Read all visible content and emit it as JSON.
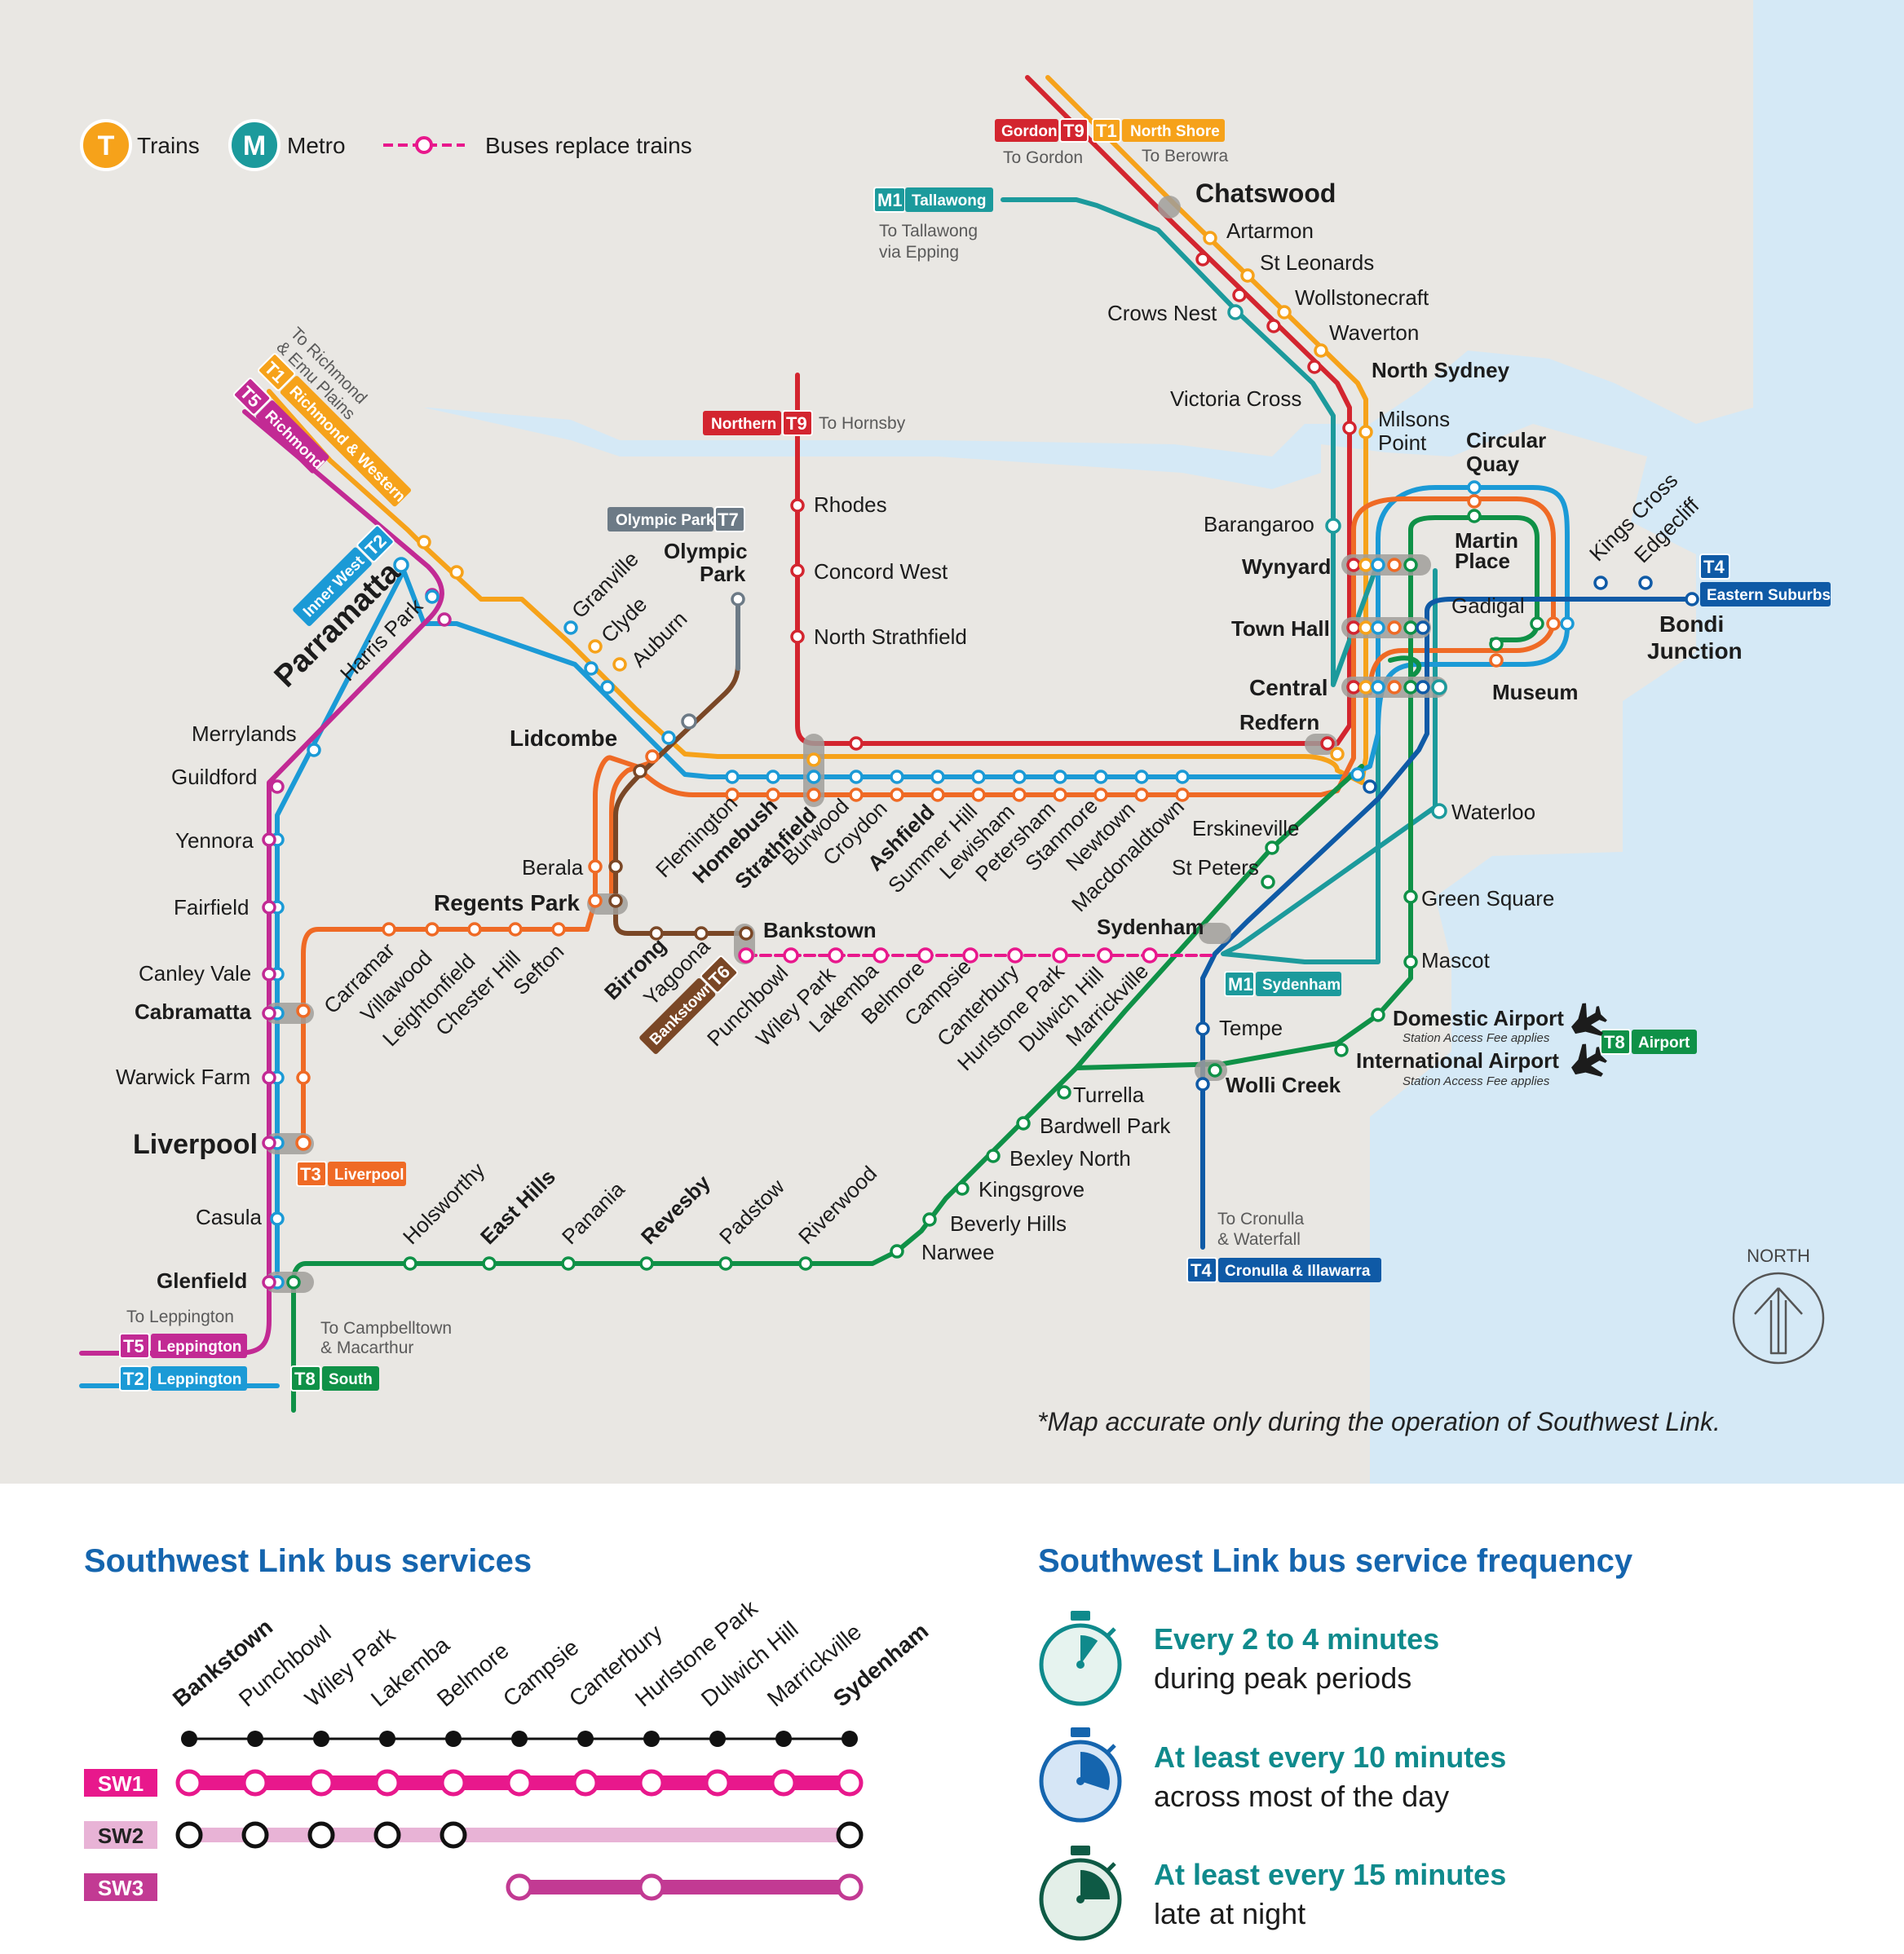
{
  "legend": {
    "trains_badge": "T",
    "trains": "Trains",
    "metro_badge": "M",
    "metro": "Metro",
    "buses": "Buses replace trains"
  },
  "colors": {
    "T1": "#f6a21a",
    "T2": "#1b9ad6",
    "T3": "#ef6a25",
    "T4": "#0f5aa6",
    "T5": "#c22a94",
    "T6": "#7a4726",
    "T7": "#6c7a86",
    "T8": "#0f9147",
    "T9": "#d3252f",
    "M1": "#1c9a9c",
    "bus": "#e8188c",
    "land": "#e9e7e3",
    "water": "#d5e9f6"
  },
  "tags": {
    "gordon": "Gordon",
    "t9": "T9",
    "t1": "T1",
    "north_shore": "North Shore",
    "to_gordon": "To Gordon",
    "to_berowra": "To Berowra",
    "m1": "M1",
    "tallawong": "Tallawong",
    "to_tallawong": "To Tallawong",
    "via_epping": "via Epping",
    "northern": "Northern",
    "to_hornsby": "To Hornsby",
    "olympic_park_tag": "Olympic Park",
    "t7": "T7",
    "to_richmond": "To Richmond",
    "emu_plains": "& Emu Plains",
    "richmond_western": "Richmond & Western",
    "t5": "T5",
    "richmond": "Richmond",
    "t2": "T2",
    "inner_west": "Inner West",
    "t4": "T4",
    "eastern_suburbs": "Eastern Suburbs",
    "t6": "T6",
    "bankstown_tag": "Bankstown",
    "m1_sydenham": "Sydenham",
    "t8": "T8",
    "airport": "Airport",
    "t3": "T3",
    "liverpool_tag": "Liverpool",
    "to_leppington": "To Leppington",
    "leppington": "Leppington",
    "to_campbelltown": "To Campbelltown",
    "macarthur": "& Macarthur",
    "south": "South",
    "to_cronulla": "To Cronulla",
    "waterfall": "& Waterfall",
    "cronulla_illawarra": "Cronulla & Illawarra",
    "station_fee_1": "Station Access Fee applies",
    "station_fee_2": "Station Access Fee applies",
    "north": "NORTH"
  },
  "stations": {
    "chatswood": "Chatswood",
    "artarmon": "Artarmon",
    "st_leonards": "St Leonards",
    "wollstonecraft": "Wollstonecraft",
    "waverton": "Waverton",
    "north_sydney": "North Sydney",
    "milsons_1": "Milsons",
    "milsons_2": "Point",
    "crows_nest": "Crows Nest",
    "victoria_cross": "Victoria Cross",
    "barangaroo": "Barangaroo",
    "circular_quay_1": "Circular",
    "circular_quay_2": "Quay",
    "martin_place_1": "Martin",
    "martin_place_2": "Place",
    "wynyard": "Wynyard",
    "town_hall": "Town Hall",
    "gadigal": "Gadigal",
    "central": "Central",
    "museum": "Museum",
    "redfern": "Redfern",
    "kings_cross": "Kings Cross",
    "edgecliff": "Edgecliff",
    "bondi_1": "Bondi",
    "bondi_2": "Junction",
    "rhodes": "Rhodes",
    "concord_west": "Concord West",
    "north_strathfield": "North Strathfield",
    "olympic_park_1": "Olympic",
    "olympic_park_2": "Park",
    "lidcombe": "Lidcombe",
    "granville": "Granville",
    "clyde": "Clyde",
    "auburn": "Auburn",
    "parramatta": "Parramatta",
    "harris_park": "Harris Park",
    "merrylands": "Merrylands",
    "guildford": "Guildford",
    "yennora": "Yennora",
    "fairfield": "Fairfield",
    "canley_vale": "Canley Vale",
    "cabramatta": "Cabramatta",
    "warwick_farm": "Warwick Farm",
    "liverpool": "Liverpool",
    "casula": "Casula",
    "glenfield": "Glenfield",
    "flemington": "Flemington",
    "homebush": "Homebush",
    "strathfield": "Strathfield",
    "burwood": "Burwood",
    "croydon": "Croydon",
    "ashfield": "Ashfield",
    "summer_hill": "Summer Hill",
    "lewisham": "Lewisham",
    "petersham": "Petersham",
    "stanmore": "Stanmore",
    "newtown": "Newtown",
    "macdonaldtown": "Macdonaldtown",
    "erskineville": "Erskineville",
    "st_peters": "St Peters",
    "sydenham": "Sydenham",
    "berala": "Berala",
    "regents_park": "Regents Park",
    "birrong": "Birrong",
    "yagoona": "Yagoona",
    "bankstown": "Bankstown",
    "carramar": "Carramar",
    "villawood": "Villawood",
    "leightonfield": "Leightonfield",
    "chester_hill": "Chester Hill",
    "sefton": "Sefton",
    "punchbowl": "Punchbowl",
    "wiley_park": "Wiley Park",
    "lakemba": "Lakemba",
    "belmore": "Belmore",
    "campsie": "Campsie",
    "canterbury": "Canterbury",
    "hurlstone_park": "Hurlstone Park",
    "dulwich_hill": "Dulwich Hill",
    "marrickville": "Marrickville",
    "waterloo": "Waterloo",
    "green_square": "Green Square",
    "mascot": "Mascot",
    "domestic_airport": "Domestic Airport",
    "international_airport": "International Airport",
    "tempe": "Tempe",
    "wolli_creek": "Wolli Creek",
    "turrella": "Turrella",
    "bardwell_park": "Bardwell Park",
    "bexley_north": "Bexley North",
    "kingsgrove": "Kingsgrove",
    "beverly_hills": "Beverly Hills",
    "narwee": "Narwee",
    "riverwood": "Riverwood",
    "padstow": "Padstow",
    "revesby": "Revesby",
    "panania": "Panania",
    "east_hills": "East Hills",
    "holsworthy": "Holsworthy"
  },
  "footnote": "*Map accurate only during the operation of Southwest Link.",
  "bus_services": {
    "title": "Southwest Link bus services",
    "stops": [
      "Bankstown",
      "Punchbowl",
      "Wiley Park",
      "Lakemba",
      "Belmore",
      "Campsie",
      "Canterbury",
      "Hurlstone Park",
      "Dulwich Hill",
      "Marrickville",
      "Sydenham"
    ],
    "routes": [
      {
        "name": "SW1",
        "color": "#e8188c",
        "line_color": "#e8188c",
        "label_text": "#ffffff",
        "stops": [
          0,
          1,
          2,
          3,
          4,
          5,
          6,
          7,
          8,
          9,
          10
        ]
      },
      {
        "name": "SW2",
        "color": "#e8b3d6",
        "line_color": "#e8b3d6",
        "label_text": "#222222",
        "stops": [
          0,
          1,
          2,
          3,
          4,
          10
        ]
      },
      {
        "name": "SW3",
        "color": "#c23a93",
        "line_color": "#c23a93",
        "label_text": "#ffffff",
        "stops": [
          5,
          7,
          10
        ]
      }
    ]
  },
  "frequency": {
    "title": "Southwest Link bus service frequency",
    "items": [
      {
        "heading": "Every 2 to 4 minutes",
        "detail": "during peak periods",
        "fill": 0.1
      },
      {
        "heading": "At least every 10 minutes",
        "detail": "across most of the day",
        "fill": 0.3
      },
      {
        "heading": "At least every 15 minutes",
        "detail": "late at night",
        "fill": 0.25
      }
    ]
  }
}
